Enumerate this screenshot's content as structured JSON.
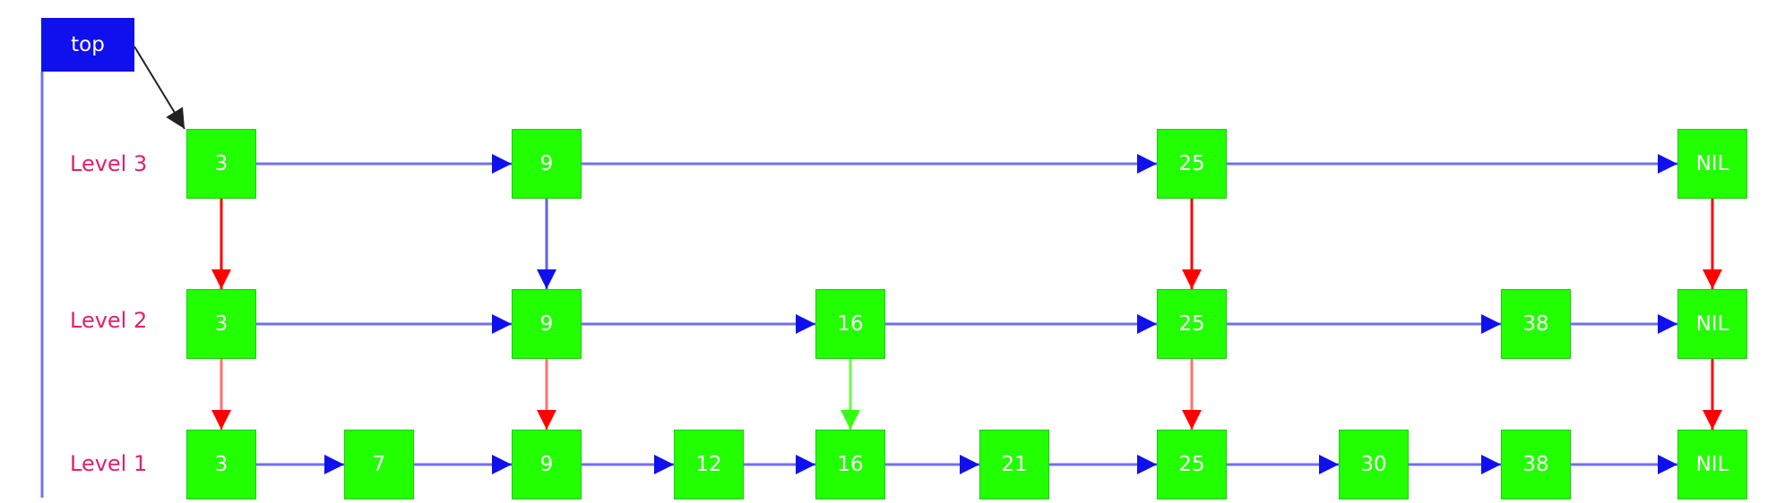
{
  "top": {
    "label": "top"
  },
  "levels": [
    {
      "label": "Level 3",
      "nodes": [
        "3",
        "9",
        "25",
        "NIL"
      ]
    },
    {
      "label": "Level 2",
      "nodes": [
        "3",
        "9",
        "16",
        "25",
        "38",
        "NIL"
      ]
    },
    {
      "label": "Level 1",
      "nodes": [
        "3",
        "7",
        "9",
        "12",
        "16",
        "21",
        "25",
        "30",
        "38",
        "NIL"
      ]
    }
  ],
  "colors": {
    "node_fill": "#22ff00",
    "top_fill": "#1010ee",
    "label_text": "#e0206e",
    "horizontal_link": "#7070ee",
    "arrowhead_blue": "#1010ee",
    "search_path_red": "#ff0000",
    "light_red": "#ff7070",
    "light_green": "#66ff44",
    "top_pointer": "#222222"
  }
}
